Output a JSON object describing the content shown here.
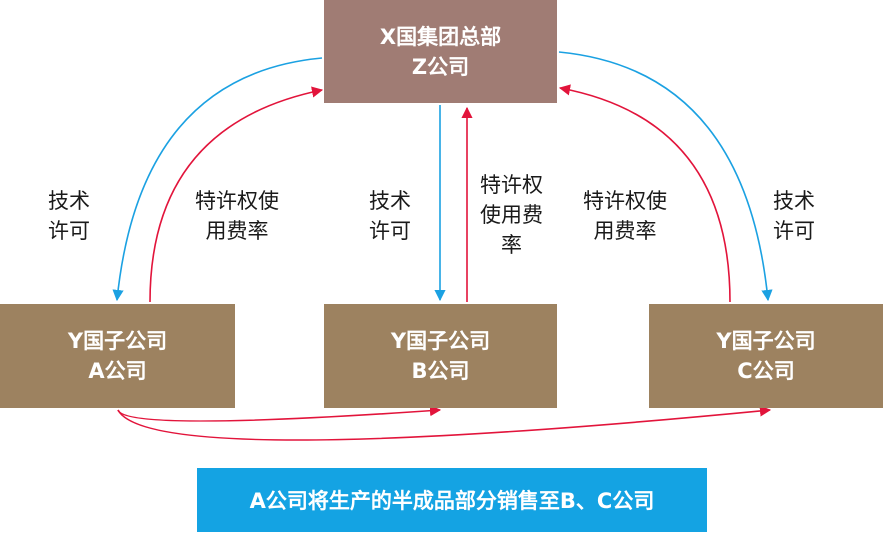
{
  "headquarters": {
    "line1": "X国集团总部",
    "line2": "Z公司"
  },
  "subsidiaries": [
    {
      "line1": "Y国子公司",
      "line2": "A公司"
    },
    {
      "line1": "Y国子公司",
      "line2": "B公司"
    },
    {
      "line1": "Y国子公司",
      "line2": "C公司"
    }
  ],
  "labels": {
    "tech_license": "技术\n许可",
    "royalty": "特许权使\n用费率",
    "royalty_b": "特许权\n使用费\n率"
  },
  "banner": "A公司将生产的半成品部分销售至B、C公司",
  "colors": {
    "blue_arrow": "#1ba1e2",
    "red_arrow": "#e2143b"
  }
}
